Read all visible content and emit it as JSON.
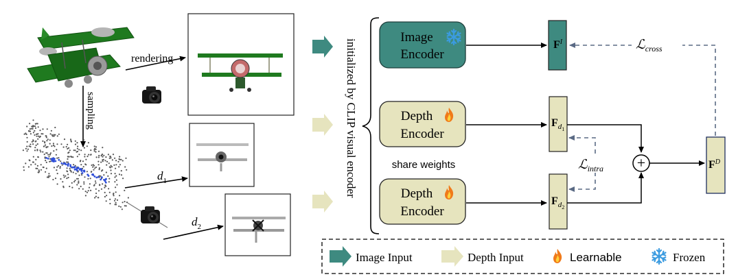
{
  "left": {
    "render_label": "rendering",
    "sampling_label": "sampling",
    "d1_label": "d",
    "d1_sub": "1",
    "d2_label": "d",
    "d2_sub": "2"
  },
  "encoders": {
    "vertical_label": "initialized by CLIP visual encoder",
    "image_encoder": [
      "Image",
      "Encoder"
    ],
    "depth_encoder_1": [
      "Depth",
      "Encoder"
    ],
    "depth_encoder_2": [
      "Depth",
      "Encoder"
    ],
    "share_weights": "share weights"
  },
  "features": {
    "fi": {
      "base": "F",
      "sup": "I"
    },
    "fd1": {
      "base": "F",
      "sub": "d",
      "subsub": "1"
    },
    "fd2": {
      "base": "F",
      "sub": "d",
      "subsub": "2"
    },
    "fd": {
      "base": "F",
      "sup": "D"
    },
    "l_cross": {
      "script": "ℒ",
      "sub": "cross"
    },
    "l_intra": {
      "script": "ℒ",
      "sub": "intra"
    },
    "plus": "+"
  },
  "legend": {
    "image_input": "Image Input",
    "depth_input": "Depth Input",
    "learnable": "Learnable",
    "frozen": "Frozen"
  },
  "colors": {
    "image_teal": "#3e8a80",
    "depth_beige": "#e6e4be",
    "dashed_arrow": "#5a6a84",
    "plane_green": "#1f7a1f",
    "flame_orange": "#f07a1a",
    "frozen_blue": "#3b9be0"
  }
}
